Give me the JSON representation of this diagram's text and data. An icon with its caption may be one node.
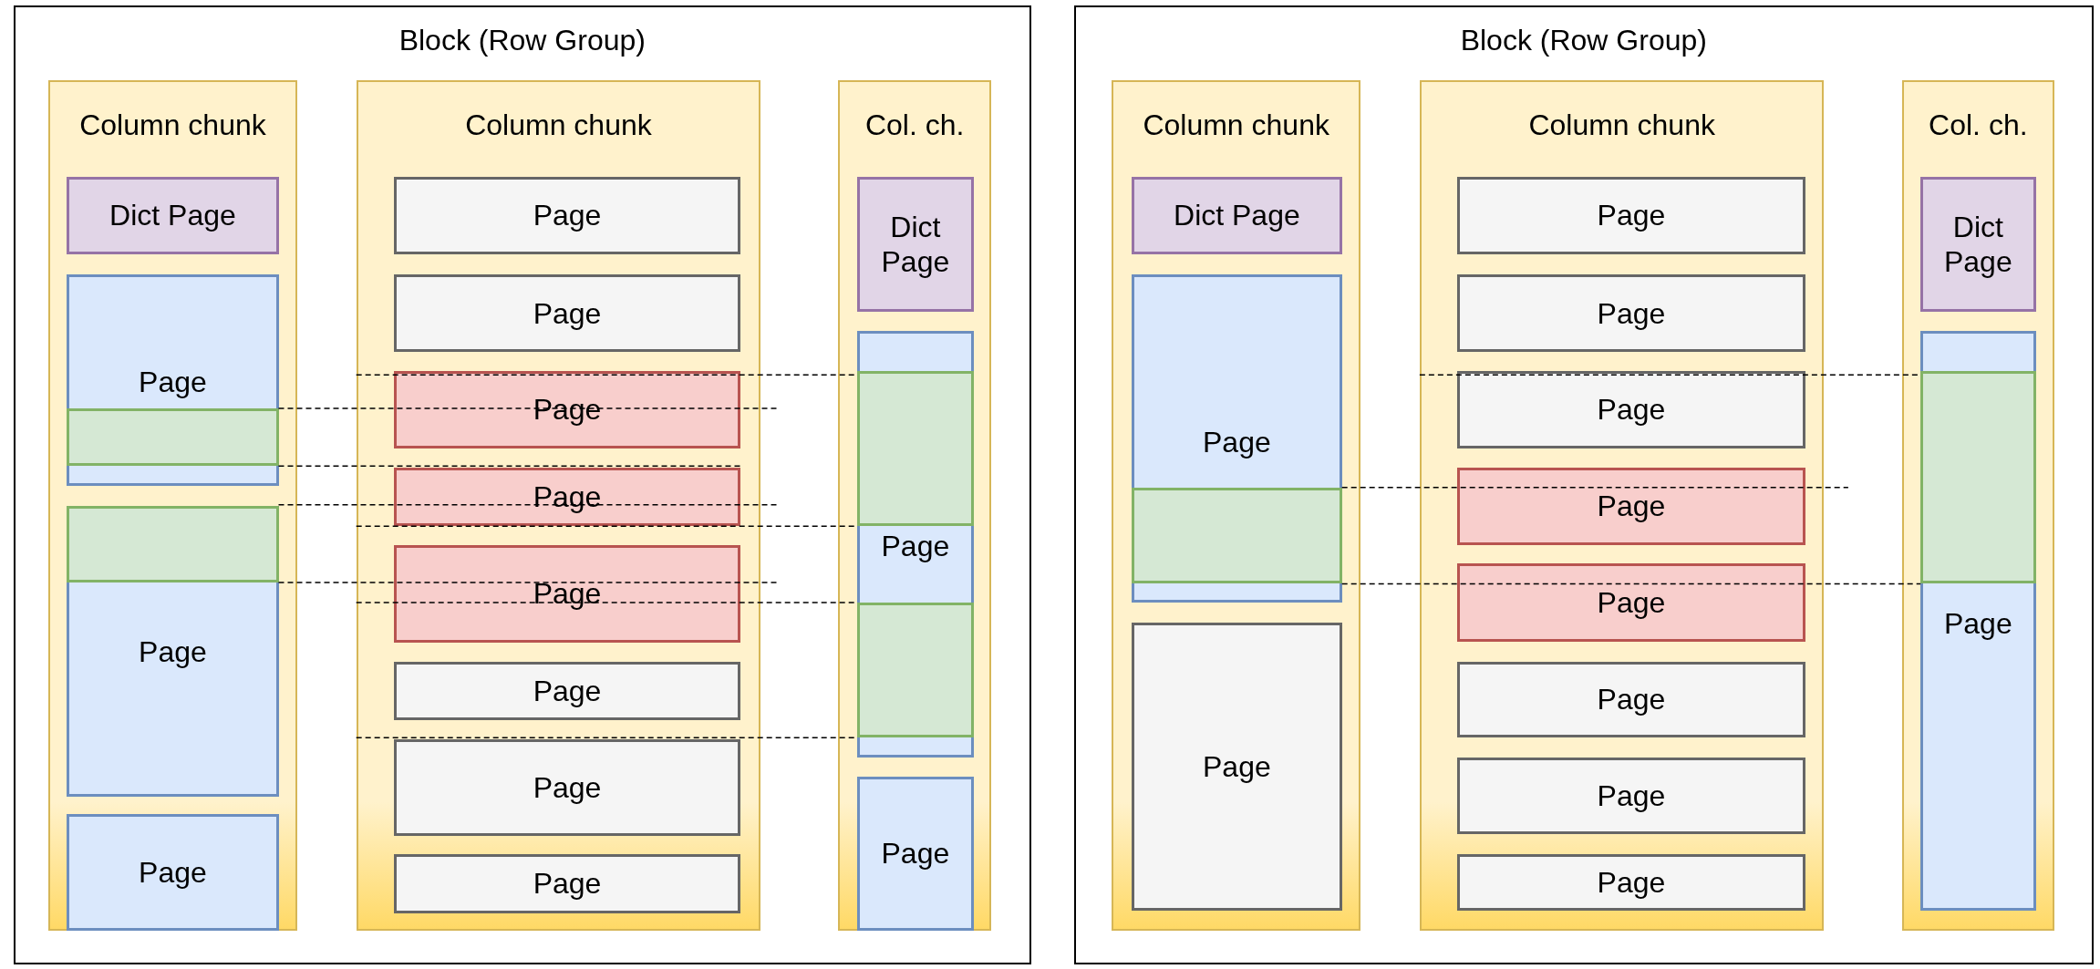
{
  "diagram": {
    "nodes": [
      {
        "text": [
          "Block (Row Group)"
        ]
      },
      {
        "text": [
          "Column chunk"
        ],
        "in": 0
      },
      {
        "text": [
          "Dict Page"
        ],
        "in": 1
      },
      {
        "text": [
          "Page"
        ],
        "in": 1
      },
      {
        "text": [],
        "shape": "box",
        "in": 3
      },
      {
        "text": [
          "Page"
        ],
        "in": 1
      },
      {
        "text": [],
        "shape": "box",
        "in": 5
      },
      {
        "text": [
          "Page"
        ],
        "in": 1
      },
      {
        "text": [
          "Column chunk"
        ],
        "in": 0
      },
      {
        "text": [
          "Page"
        ],
        "in": 8
      },
      {
        "text": [
          "Page"
        ],
        "in": 8
      },
      {
        "text": [
          "Page"
        ],
        "in": 8
      },
      {
        "text": [
          "Page"
        ],
        "in": 8
      },
      {
        "text": [
          "Page"
        ],
        "in": 8
      },
      {
        "text": [
          "Page"
        ],
        "in": 8
      },
      {
        "text": [
          "Page"
        ],
        "in": 8
      },
      {
        "text": [
          "Page"
        ],
        "in": 8
      },
      {
        "text": [
          "Col. ch."
        ],
        "in": 0
      },
      {
        "text": [
          "Dict Page"
        ],
        "in": 17
      },
      {
        "text": [
          "Page"
        ],
        "in": 17
      },
      {
        "text": [],
        "shape": "box",
        "in": 19
      },
      {
        "text": [],
        "shape": "box",
        "in": 19
      },
      {
        "text": [
          "Page"
        ],
        "in": 17
      },
      {
        "text": [
          "Block (Row Group)"
        ]
      },
      {
        "text": [
          "Column chunk"
        ],
        "in": 23
      },
      {
        "text": [
          "Dict Page"
        ],
        "in": 24
      },
      {
        "text": [
          "Page"
        ],
        "in": 24
      },
      {
        "text": [],
        "shape": "box",
        "in": 26
      },
      {
        "text": [
          "Page"
        ],
        "in": 24
      },
      {
        "text": [
          "Column chunk"
        ],
        "in": 23
      },
      {
        "text": [
          "Page"
        ],
        "in": 29
      },
      {
        "text": [
          "Page"
        ],
        "in": 29
      },
      {
        "text": [
          "Page"
        ],
        "in": 29
      },
      {
        "text": [
          "Page"
        ],
        "in": 29
      },
      {
        "text": [
          "Page"
        ],
        "in": 29
      },
      {
        "text": [
          "Page"
        ],
        "in": 29
      },
      {
        "text": [
          "Page"
        ],
        "in": 29
      },
      {
        "text": [
          "Page"
        ],
        "in": 29
      },
      {
        "text": [
          "Col. ch."
        ],
        "in": 23
      },
      {
        "text": [
          "Dict Page"
        ],
        "in": 38
      },
      {
        "text": [
          "Page"
        ],
        "in": 38
      },
      {
        "text": [],
        "shape": "box",
        "in": 40
      }
    ]
  }
}
